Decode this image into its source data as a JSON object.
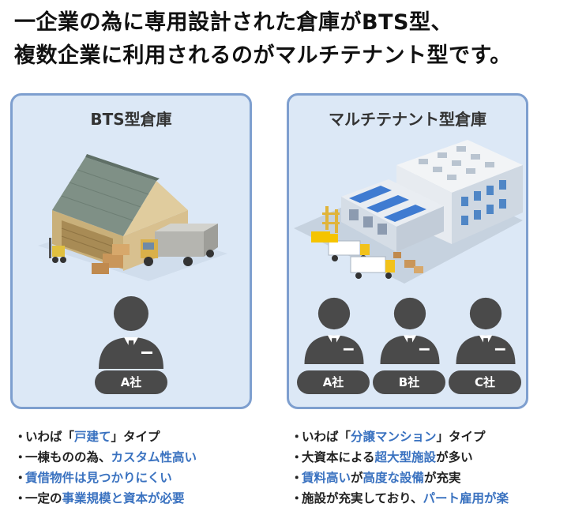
{
  "headline": {
    "line1": "一企業の為に専用設計された倉庫がBTS型、",
    "line2": "複数企業に利用されるのがマルチテナント型です。"
  },
  "bts": {
    "title": "BTS型倉庫",
    "companies": [
      "A社"
    ],
    "bullets": [
      {
        "bullet": "・",
        "pre": "いわば「",
        "hl": "戸建て",
        "post": "」タイプ"
      },
      {
        "bullet": "・",
        "pre": "一棟ものの為、",
        "hl": "カスタム性高い",
        "post": ""
      },
      {
        "bullet": "・",
        "pre": "",
        "hl": "賃借物件は見つかりにくい",
        "post": ""
      },
      {
        "bullet": "・",
        "pre": "一定の",
        "hl": "事業規模と資本が必要",
        "post": ""
      }
    ]
  },
  "multi": {
    "title": "マルチテナント型倉庫",
    "companies": [
      "A社",
      "B社",
      "C社"
    ],
    "bullets": [
      {
        "bullet": "・",
        "pre": "いわば「",
        "hl": "分譲マンション",
        "post": "」タイプ"
      },
      {
        "bullet": "・",
        "pre": "大資本による",
        "hl": "超大型施設",
        "post": "が多い"
      },
      {
        "bullet": "・",
        "pre": "",
        "hl": "賃料高い",
        "post": "が",
        "hl2": "高度な設備",
        "post2": "が充実"
      },
      {
        "bullet": "・",
        "pre": "施設が充実しており、",
        "hl": "パート雇用が楽",
        "post": ""
      }
    ]
  },
  "colors": {
    "panel_bg": "#dce8f6",
    "panel_border": "#7e9fcf",
    "highlight": "#3a72c0",
    "badge": "#4a4a4a",
    "person": "#4a4a4a"
  }
}
